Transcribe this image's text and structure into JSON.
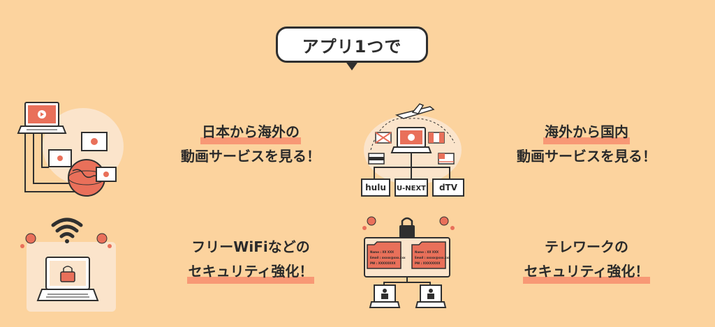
{
  "header": {
    "title": "アプリ1つで"
  },
  "features": [
    {
      "line1": "日本から海外の",
      "line2": "動画サービスを見る！"
    },
    {
      "line1": "海外から国内",
      "line2": "動画サービスを見る！"
    },
    {
      "line1": "フリーWiFiなどの",
      "line2": "セキュリティ強化！"
    },
    {
      "line1": "テレワークの",
      "line2": "セキュリティ強化！"
    }
  ],
  "services": [
    "hulu",
    "U-NEXT",
    "dTV"
  ],
  "folders": [
    {
      "name": "Name : XX XXX",
      "email": "Email : xxxxx@xxx.xxx",
      "pw": "PW : XXXXXXXX"
    },
    {
      "name": "Name : XX XXX",
      "email": "Email : xxxxx@xxx.xxx",
      "pw": "PW : XXXXXXXX"
    }
  ],
  "colors": {
    "background": "#fcd39e",
    "accent": "#f0785f",
    "outline": "#2f2f2f"
  }
}
